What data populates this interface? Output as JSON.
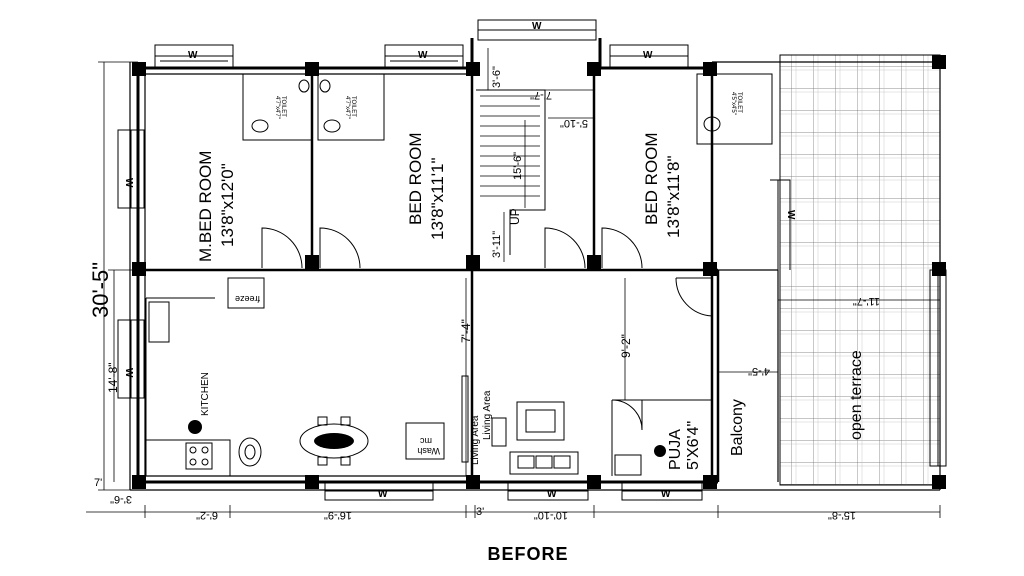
{
  "caption": "BEFORE",
  "rooms": {
    "m_bed": {
      "name": "M.BED ROOM",
      "size": "13'8\"x12'0\""
    },
    "bed2": {
      "name": "BED ROOM",
      "size": "13'8\"x11'1\""
    },
    "bed3": {
      "name": "BED ROOM",
      "size": "13'8\"x11'8\""
    },
    "kitchen": "KITCHEN",
    "living": "Living Area",
    "puja": {
      "name": "PUJA",
      "size": "5'X6'4\""
    },
    "balcony": "Balcony",
    "terrace": "open terrace"
  },
  "fixtures": {
    "toilet": "TOILET",
    "toilet_size_a": "4'7\"x4'7\"",
    "toilet_size_b": "4'7\"x4'7\"",
    "toilet_size_c": "4'5\"x4'5\"",
    "fridge": "freeze",
    "wash": "Wash",
    "wash2": "mc",
    "stair_up": "UP",
    "window": "W"
  },
  "dimensions": {
    "overall_height": "30'-5\"",
    "left_lower": "14'-8\"",
    "left_bottom": "7'",
    "bottom_a": "3'-6\"",
    "bottom_b": "6'-2\"",
    "bottom_c": "16'-9\"",
    "bottom_d": "3'",
    "bottom_e": "10'-10\"",
    "bottom_f": "15'-8\"",
    "stair_top": "3'-6\"",
    "stair_w": "7'-7\"",
    "stair_mid": "5'-10\"",
    "stair_run": "15'-6\"",
    "stair_low": "3'-11\"",
    "living_h": "7'-4\"",
    "right_h": "9'-2\"",
    "balcony_w": "4'-5\"",
    "terrace_w": "11'-7\""
  }
}
